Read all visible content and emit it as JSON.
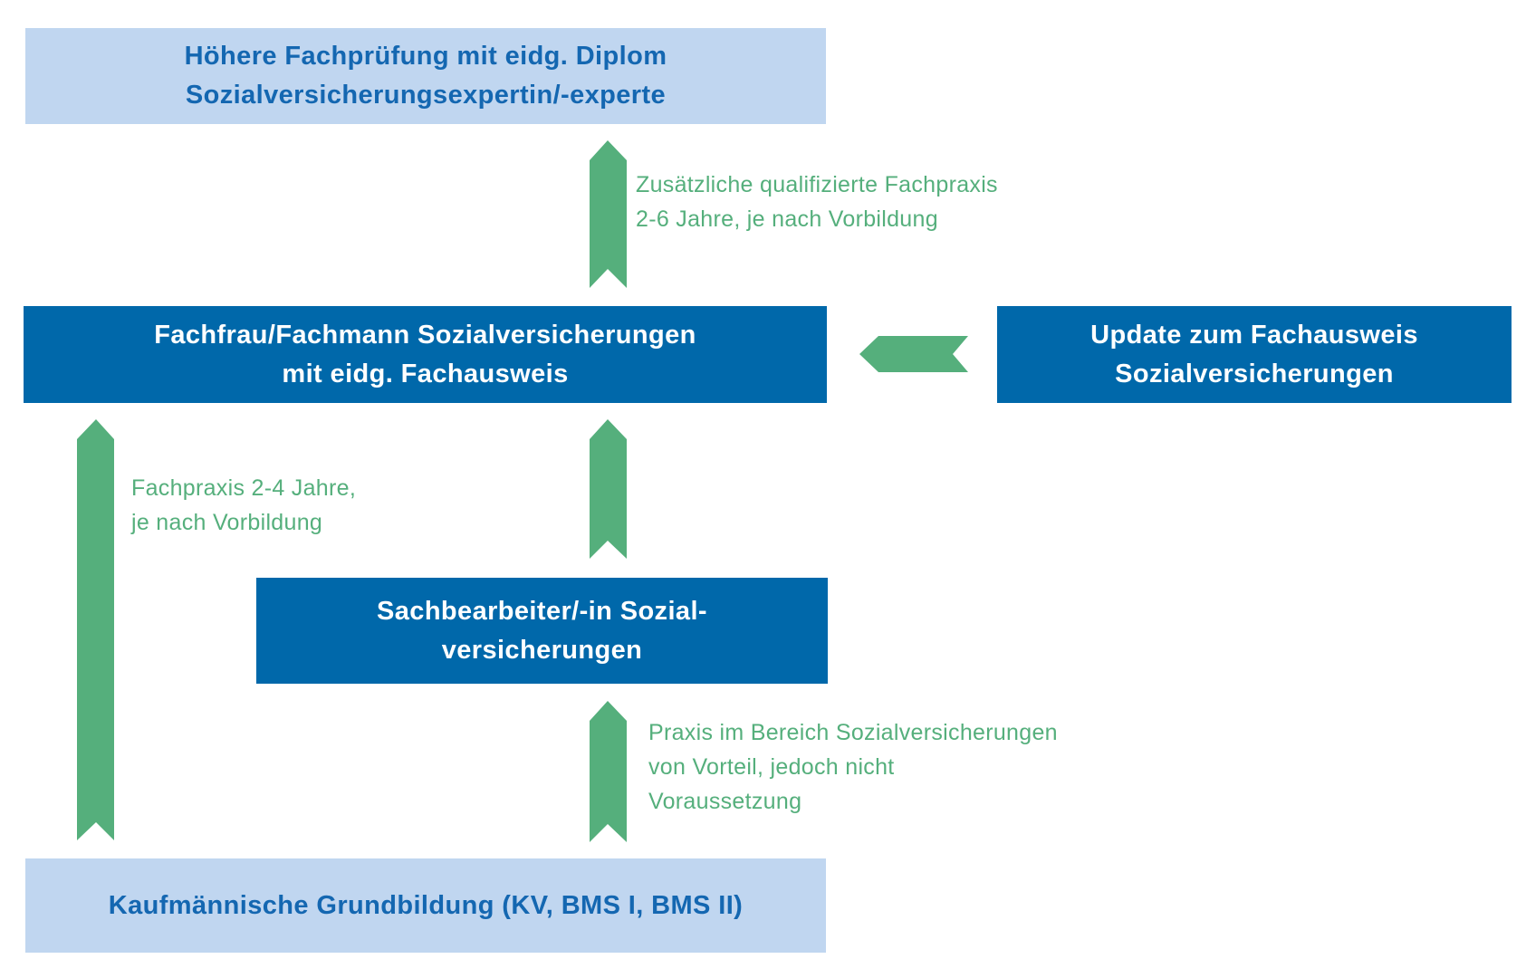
{
  "colors": {
    "light_box": "#c0d6f0",
    "light_text": "#1467b1",
    "dark_box": "#0068aa",
    "dark_text": "#ffffff",
    "arrow": "#55af7c",
    "note_text": "#55af7c"
  },
  "boxes": {
    "top": {
      "line1": "Höhere Fachprüfung mit eidg. Diplom",
      "line2": "Sozialversicherungsexpertin/-experte"
    },
    "fachausweis": {
      "line1": "Fachfrau/Fachmann Sozialversicherungen",
      "line2": "mit eidg. Fachausweis"
    },
    "update": {
      "line1": "Update zum Fachausweis",
      "line2": "Sozialversicherungen"
    },
    "sachbearbeiter": {
      "line1": "Sachbearbeiter/-in Sozial-",
      "line2": "versicherungen"
    },
    "grundbildung": {
      "line1": "Kaufmännische Grundbildung (KV, BMS I, BMS II)"
    }
  },
  "notes": {
    "top_arrow": {
      "line1": "Zusätzliche qualifizierte Fachpraxis",
      "line2": "2-6 Jahre, je nach Vorbildung"
    },
    "left_arrow": {
      "line1": "Fachpraxis 2-4 Jahre,",
      "line2": "je nach Vorbildung"
    },
    "bottom_arrow": {
      "line1": "Praxis im Bereich Sozialversicherungen",
      "line2": "von Vorteil, jedoch nicht",
      "line3": "Voraussetzung"
    }
  }
}
